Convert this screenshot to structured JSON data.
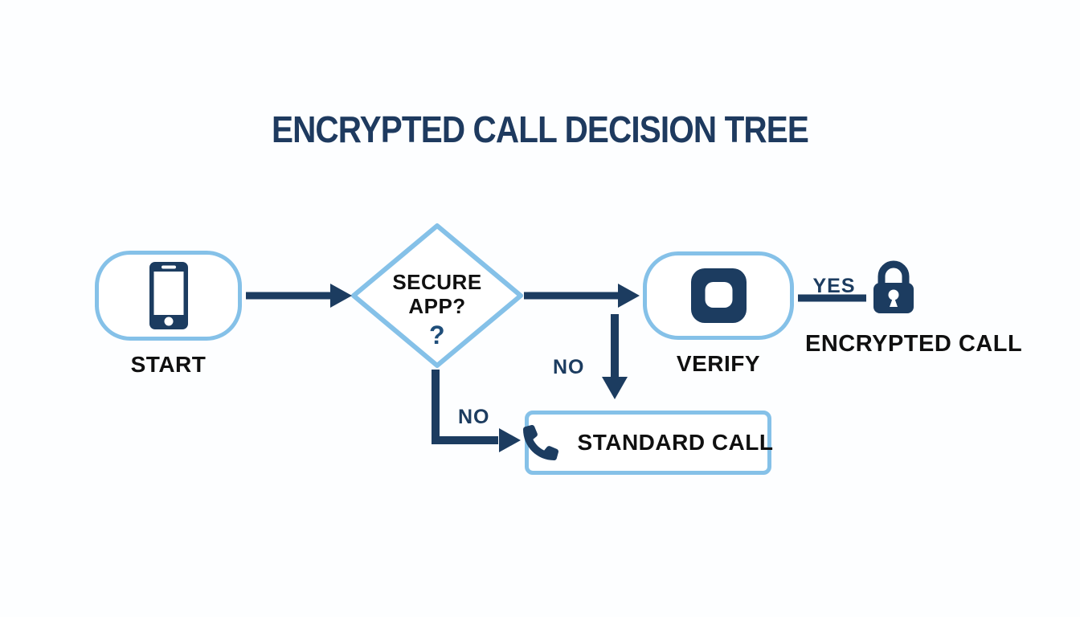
{
  "title": "ENCRYPTED CALL DECISION TREE",
  "nodes": {
    "start": {
      "label": "START",
      "icon": "smartphone-icon"
    },
    "decision": {
      "line1": "SECURE",
      "line2": "APP?",
      "mark": "?"
    },
    "verify": {
      "label": "VERIFY",
      "icon": "app-icon"
    },
    "standard_call": {
      "label": "STANDARD CALL",
      "icon": "phone-handset-icon"
    },
    "encrypted_call": {
      "label": "ENCRYPTED CALL",
      "icon": "lock-icon"
    }
  },
  "edges": {
    "yes_label": "YES",
    "no_top_label": "NO",
    "no_bottom_label": "NO"
  },
  "colors": {
    "navy": "#1c3c60",
    "question_blue": "#1f4e7a",
    "light_blue": "#85c1e8",
    "text_black": "#101010",
    "background": "#fdfeff"
  }
}
